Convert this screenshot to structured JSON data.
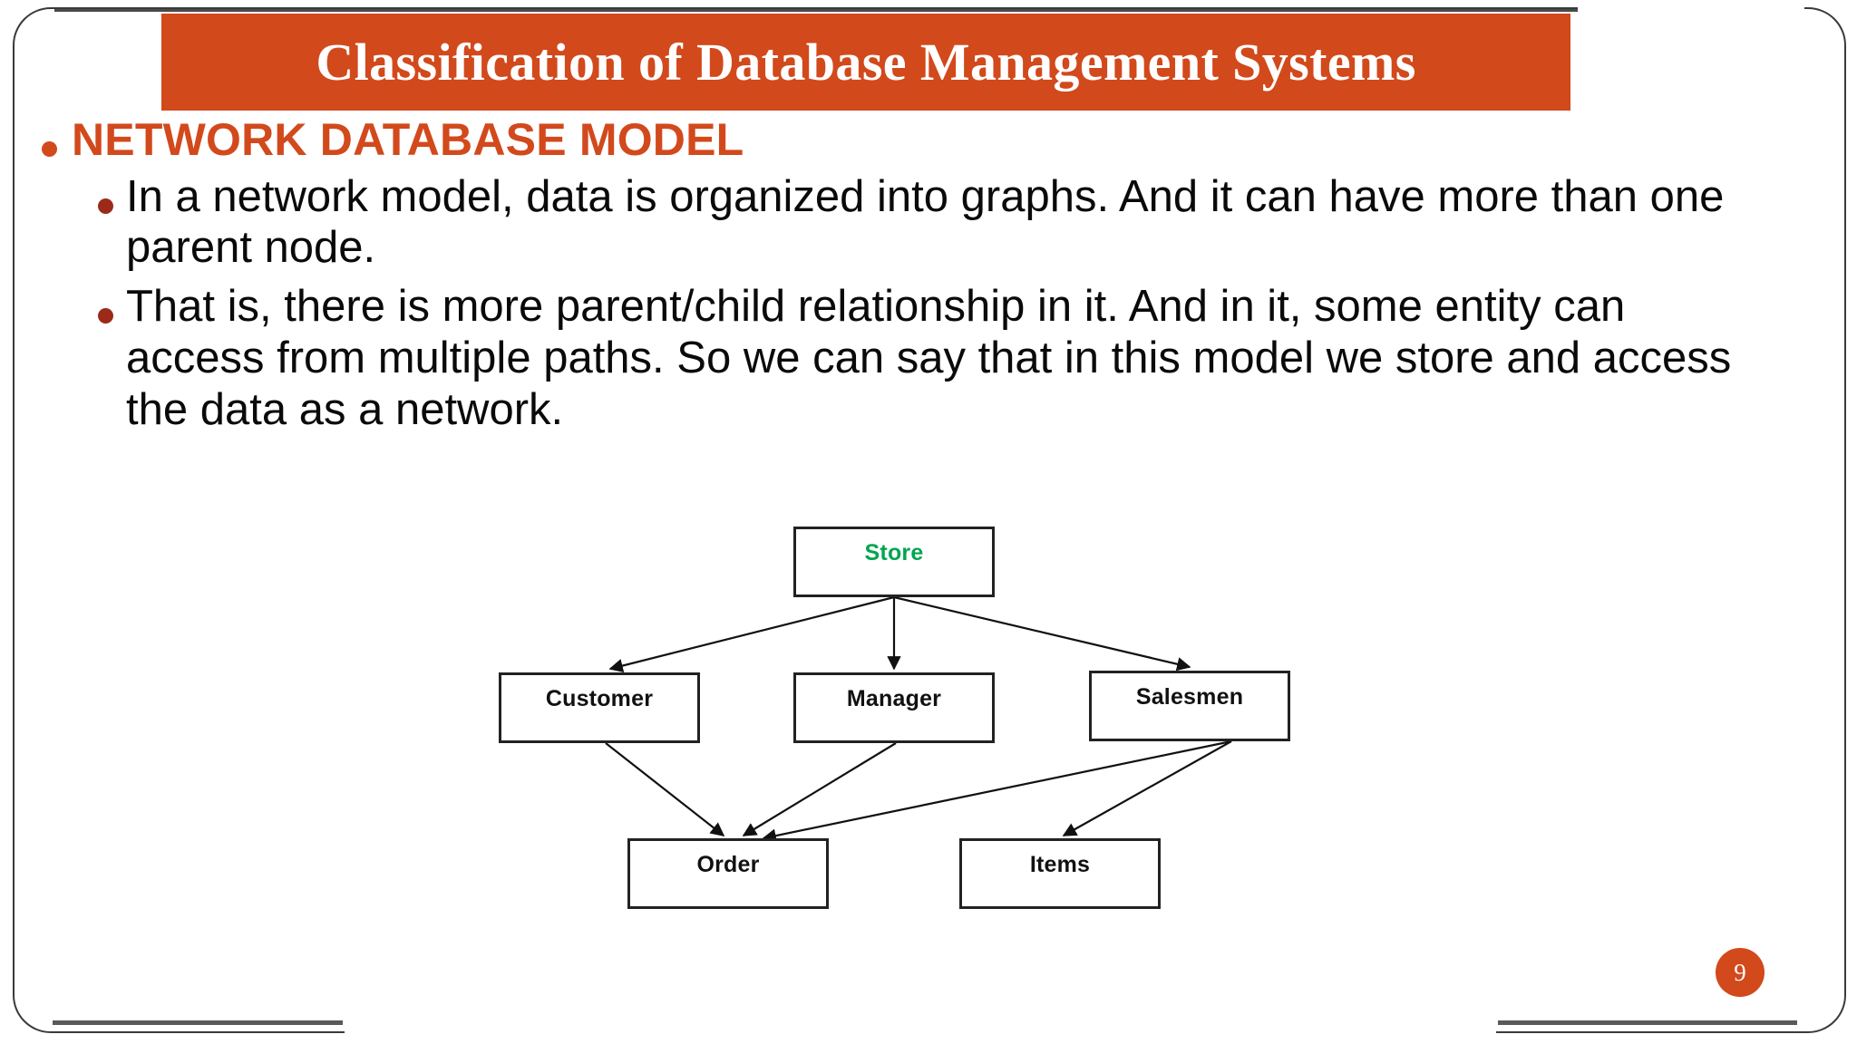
{
  "slide": {
    "title": "Classification of Database Management Systems",
    "page_number": "9",
    "accent_color": "#D2491C",
    "heading_bullet_color": "#D2491C",
    "sub_bullet_color": "#9C2A19",
    "frame_color": "#3a3a3a"
  },
  "content": {
    "heading": "NETWORK DATABASE MODEL",
    "bullets": [
      "In a network model, data is organized into graphs. And it can have more than one parent node.",
      "That is, there is more parent/child relationship in it. And in it, some entity can access from multiple paths. So we can say that in this model we store and access the data as a network."
    ]
  },
  "diagram": {
    "type": "network-model-graph",
    "nodes": [
      {
        "id": "store",
        "label": "Store",
        "text_color": "#00A550"
      },
      {
        "id": "customer",
        "label": "Customer",
        "text_color": "#111111"
      },
      {
        "id": "manager",
        "label": "Manager",
        "text_color": "#111111"
      },
      {
        "id": "salesmen",
        "label": "Salesmen",
        "text_color": "#111111"
      },
      {
        "id": "order",
        "label": "Order",
        "text_color": "#111111"
      },
      {
        "id": "items",
        "label": "Items",
        "text_color": "#111111"
      }
    ],
    "edges": [
      {
        "from": "store",
        "to": "customer"
      },
      {
        "from": "store",
        "to": "manager"
      },
      {
        "from": "store",
        "to": "salesmen"
      },
      {
        "from": "customer",
        "to": "order"
      },
      {
        "from": "manager",
        "to": "order"
      },
      {
        "from": "salesmen",
        "to": "order"
      },
      {
        "from": "salesmen",
        "to": "items"
      }
    ]
  }
}
